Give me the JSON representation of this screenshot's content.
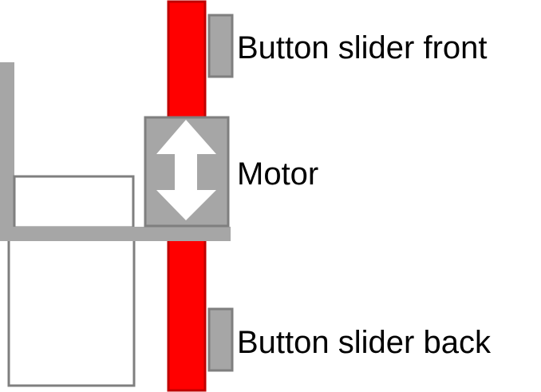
{
  "labels": {
    "button_slider_front": "Button slider front",
    "motor": "Motor",
    "button_slider_back": "Button slider back"
  },
  "colors": {
    "rail_fill": "#ff0000",
    "rail_stroke": "#c00000",
    "frame_gray": "#a6a6a6",
    "outline_gray": "#7f7f7f",
    "arrow_white": "#ffffff",
    "text": "#000000"
  },
  "icons": {
    "motor_arrow": "double-headed-vertical-arrow-icon"
  }
}
